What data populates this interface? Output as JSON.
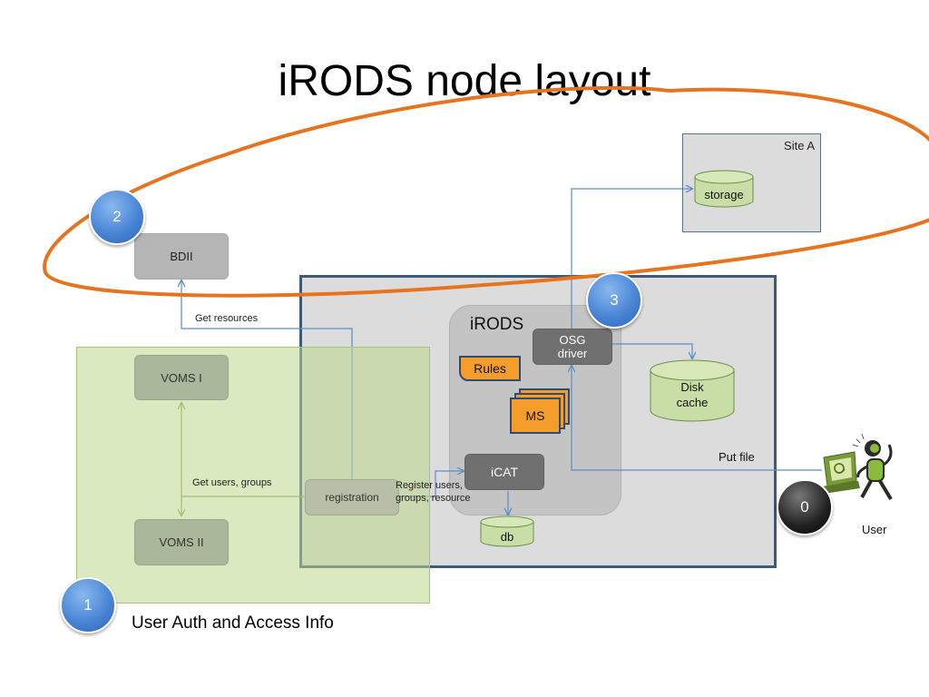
{
  "title": "iRODS node layout",
  "site_label": "Site A",
  "storage_label": "storage",
  "irods_label": "iRODS",
  "bdii_label": "BDII",
  "voms1_label": "VOMS I",
  "voms2_label": "VOMS II",
  "registration_label": "registration",
  "icat_label": "iCAT",
  "db_label": "db",
  "osg_driver_label": "OSG driver",
  "rules_label": "Rules",
  "ms_label": "MS",
  "disk_cache_label": "Disk cache",
  "get_resources_label": "Get resources",
  "get_users_groups_label": "Get users, groups",
  "register_label": "Register users, groups, resource",
  "put_file_label": "Put file",
  "user_label": "User",
  "user_auth_label": "User Auth and Access Info",
  "badge_0": "0",
  "badge_1": "1",
  "badge_2": "2",
  "badge_3": "3",
  "colors": {
    "accent_orange": "#e8731f",
    "arrow_blue": "#5b8ec4",
    "arrow_green": "#7aa05a",
    "badge_blue": "#4a86d6"
  },
  "icons": [
    "storage-cylinder-icon",
    "disk-cache-cylinder-icon",
    "db-cylinder-icon",
    "user-computer-icon"
  ]
}
